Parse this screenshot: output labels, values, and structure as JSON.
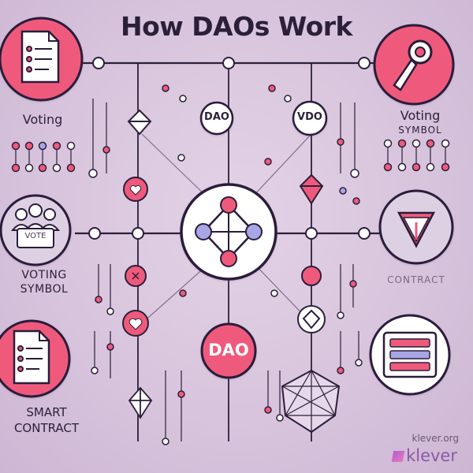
{
  "title": "How DAOs Work",
  "labels": {
    "voting_left": "Voting",
    "voting_right_line1": "Voting",
    "voting_right_line2": "SYMBOL",
    "voting_symbol_line1": "VOTING",
    "voting_symbol_line2": "SYMBOL",
    "contract_right": "CONTRACT",
    "smart_contract_line1": "SMART",
    "smart_contract_line2": "CONTRACT",
    "dao_top_left": "DAO",
    "dao_top_right": "VDO",
    "dao_bottom": "DAO",
    "vote_card_text": "VOTE"
  },
  "watermark": {
    "site": "klever.org",
    "brand": "klever"
  },
  "colors": {
    "background": "#d9c6dd",
    "accent_pink": "#ef5a7c",
    "dark_outline": "#2b1f3a",
    "lavender": "#a9a6e6",
    "white": "#ffffff"
  },
  "icons": [
    "document-list-icon",
    "key-icon",
    "voting-group-icon",
    "shield-icon",
    "document-list-icon",
    "list-panel-icon",
    "hub-network-icon",
    "diamond-icon",
    "heart-icon",
    "polyhedron-icon"
  ]
}
